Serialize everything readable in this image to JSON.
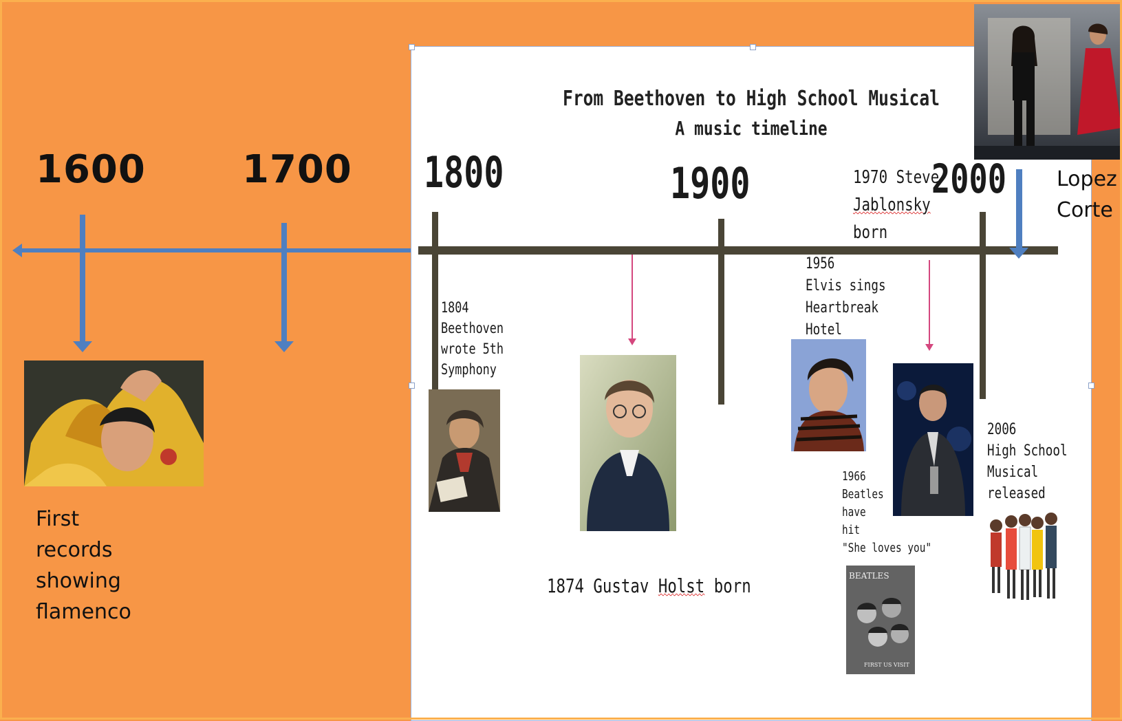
{
  "left_panel": {
    "years": [
      "1600",
      "1700"
    ],
    "caption": "First\nrecords\nshowing\nflamenco"
  },
  "sheet": {
    "title_line1": "From Beethoven to High School Musical",
    "title_line2": "A music timeline",
    "years": {
      "y1800": "1800",
      "y1900": "1900",
      "y2000": "2000"
    },
    "notes": {
      "beethoven": "1804\n Beethoven\nwrote 5th\nSymphony",
      "holst_pre": "1874 Gustav ",
      "holst_mid": "Holst",
      "holst_post": " born",
      "jablonsky_l1": "1970 Steve",
      "jablonsky_l2": "Jablonsky",
      "jablonsky_l3": "born",
      "elvis": "1956\nElvis sings\nHeartbreak\nHotel",
      "beatles": "1966\nBeatles\nhave\nhit\n\"She loves you\"",
      "hsm": "2006\nHigh School\nMusical\nreleased"
    },
    "beatles_poster": {
      "title": "BEATLES",
      "subtitle": "FIRST US VISIT"
    }
  },
  "right_edge": {
    "caption_l1": "Lopez",
    "caption_l2": "Corte"
  },
  "colors": {
    "background": "#F79646",
    "arrow": "#4F7FC0",
    "axis": "#4A4536",
    "pink": "#D4477E"
  }
}
